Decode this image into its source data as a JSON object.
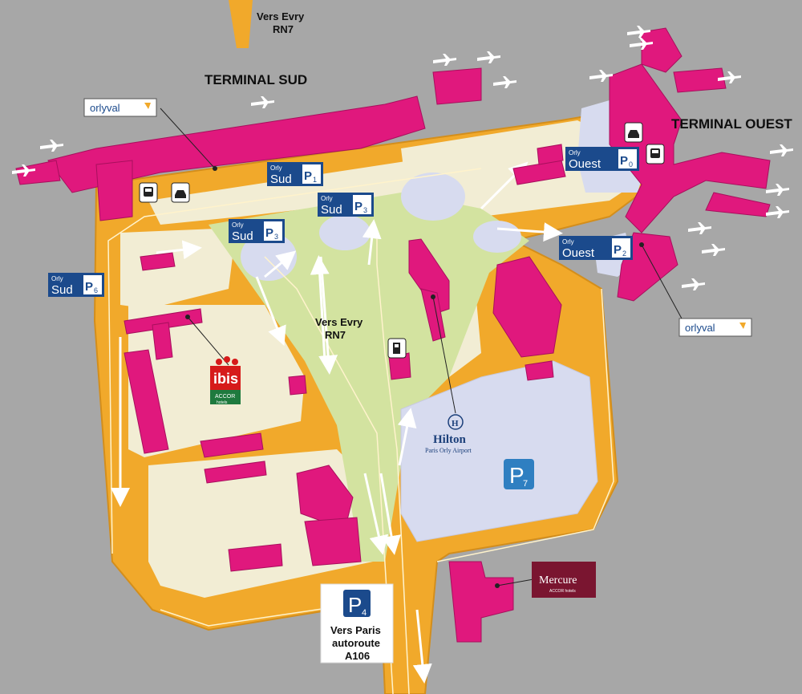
{
  "terminals": {
    "sud": "TERMINAL SUD",
    "ouest": "TERMINAL OUEST"
  },
  "roads": {
    "top": [
      "Vers Evry",
      "RN7"
    ],
    "center": [
      "Vers Evry",
      "RN7"
    ],
    "bottom": [
      "Vers Paris",
      "autoroute",
      "A106"
    ]
  },
  "parkings": [
    {
      "id": "orly-sud-p1",
      "small": "Orly",
      "name": "Sud",
      "p": "P",
      "num": "1"
    },
    {
      "id": "orly-sud-p3-upper",
      "small": "Orly",
      "name": "Sud",
      "p": "P",
      "num": "3"
    },
    {
      "id": "orly-sud-p3-lower",
      "small": "Orly",
      "name": "Sud",
      "p": "P",
      "num": "3"
    },
    {
      "id": "orly-sud-p6",
      "small": "Orly",
      "name": "Sud",
      "p": "P",
      "num": "6"
    },
    {
      "id": "orly-ouest-p0",
      "small": "Orly",
      "name": "Ouest",
      "p": "P",
      "num": "0"
    },
    {
      "id": "orly-ouest-p2",
      "small": "Orly",
      "name": "Ouest",
      "p": "P",
      "num": "2"
    }
  ],
  "big_parkings": [
    {
      "id": "p7",
      "p": "P",
      "num": "7"
    },
    {
      "id": "p4",
      "p": "P",
      "num": "4"
    }
  ],
  "orlyval": {
    "text": "orlyval"
  },
  "hotels": {
    "ibis": {
      "name": "ibis",
      "brand": "ACCOR",
      "sub": "hotels"
    },
    "hilton": {
      "name": "Hilton",
      "sub": "Paris Orly Airport"
    },
    "mercure": {
      "name": "Mercure",
      "brand": "ACCOR hotels"
    }
  },
  "colors": {
    "background": "#a7a7a7",
    "road": "#f1a92b",
    "zone": "#f2edd4",
    "green": "#d3e3a0",
    "parking_area": "#d7dbef",
    "building": "#e0187d",
    "sign_blue": "#1b4a8c"
  }
}
